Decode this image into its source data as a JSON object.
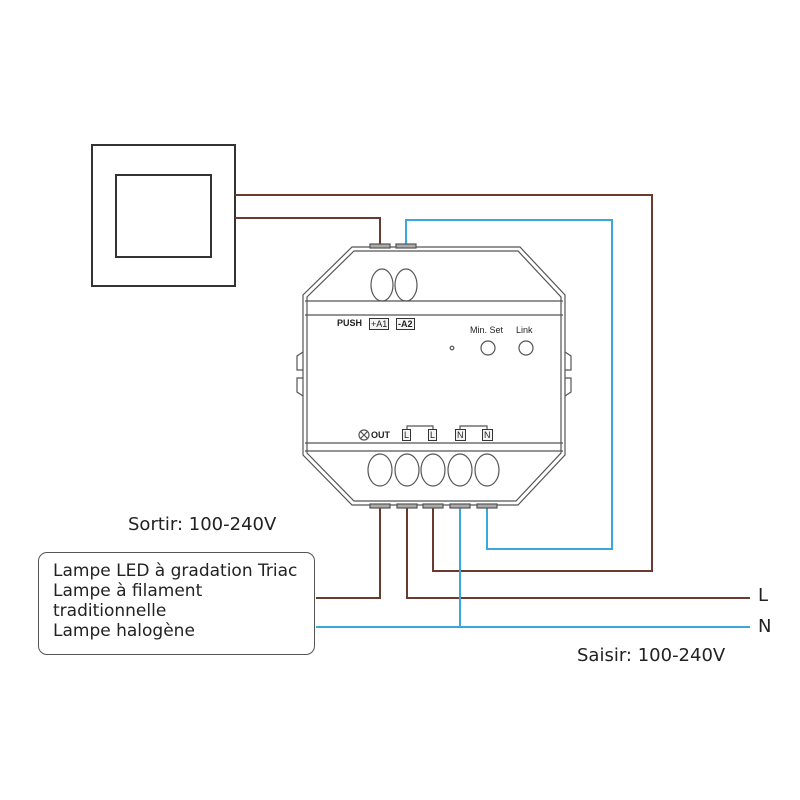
{
  "colors": {
    "live_wire": "#6b3a2e",
    "neutral_wire": "#3aa8d8",
    "outline": "#333333"
  },
  "wall_switch": {
    "name": "push-switch"
  },
  "module": {
    "push_label": "PUSH",
    "a1_label": "+A1",
    "a2_label": "-A2",
    "min_set_label": "Min. Set",
    "link_label": "Link",
    "out_label": "OUT",
    "out_icon": "lamp-cross-symbol",
    "terminals": [
      "L",
      "L",
      "N",
      "N"
    ]
  },
  "output_label": "Sortir: 100-240V",
  "input_label": "Saisir: 100-240V",
  "line_labels": {
    "live": "L",
    "neutral": "N"
  },
  "lamp_types": [
    "Lampe LED à gradation Triac",
    "Lampe à filament",
    "traditionnelle",
    "Lampe halogène"
  ]
}
